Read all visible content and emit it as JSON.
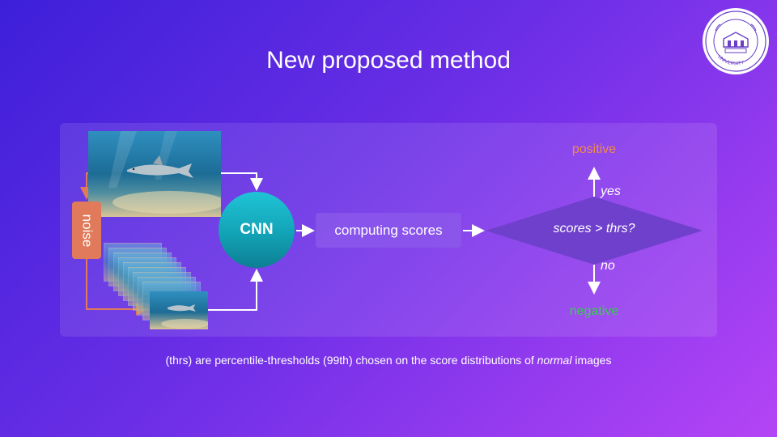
{
  "slide": {
    "title": "New proposed method",
    "logo": {
      "icon": "university-seal-icon",
      "text": "UNIVERSITY"
    },
    "diagram": {
      "noise_label": "noise",
      "cnn_label": "CNN",
      "scores_label": "computing scores",
      "decision_label": "scores > thrs?",
      "yes_label": "yes",
      "no_label": "no",
      "positive_label": "positive",
      "negative_label": "negative",
      "colors": {
        "noise": "#e07a5a",
        "cnn": "#12a3b6",
        "positive": "#f08a4b",
        "negative": "#35d04a",
        "decision": "#6a3fc8"
      }
    },
    "caption": {
      "prefix": "(thrs) are percentile-thresholds (99th) chosen on the score distributions of ",
      "emphasis": "normal",
      "suffix": " images"
    }
  }
}
